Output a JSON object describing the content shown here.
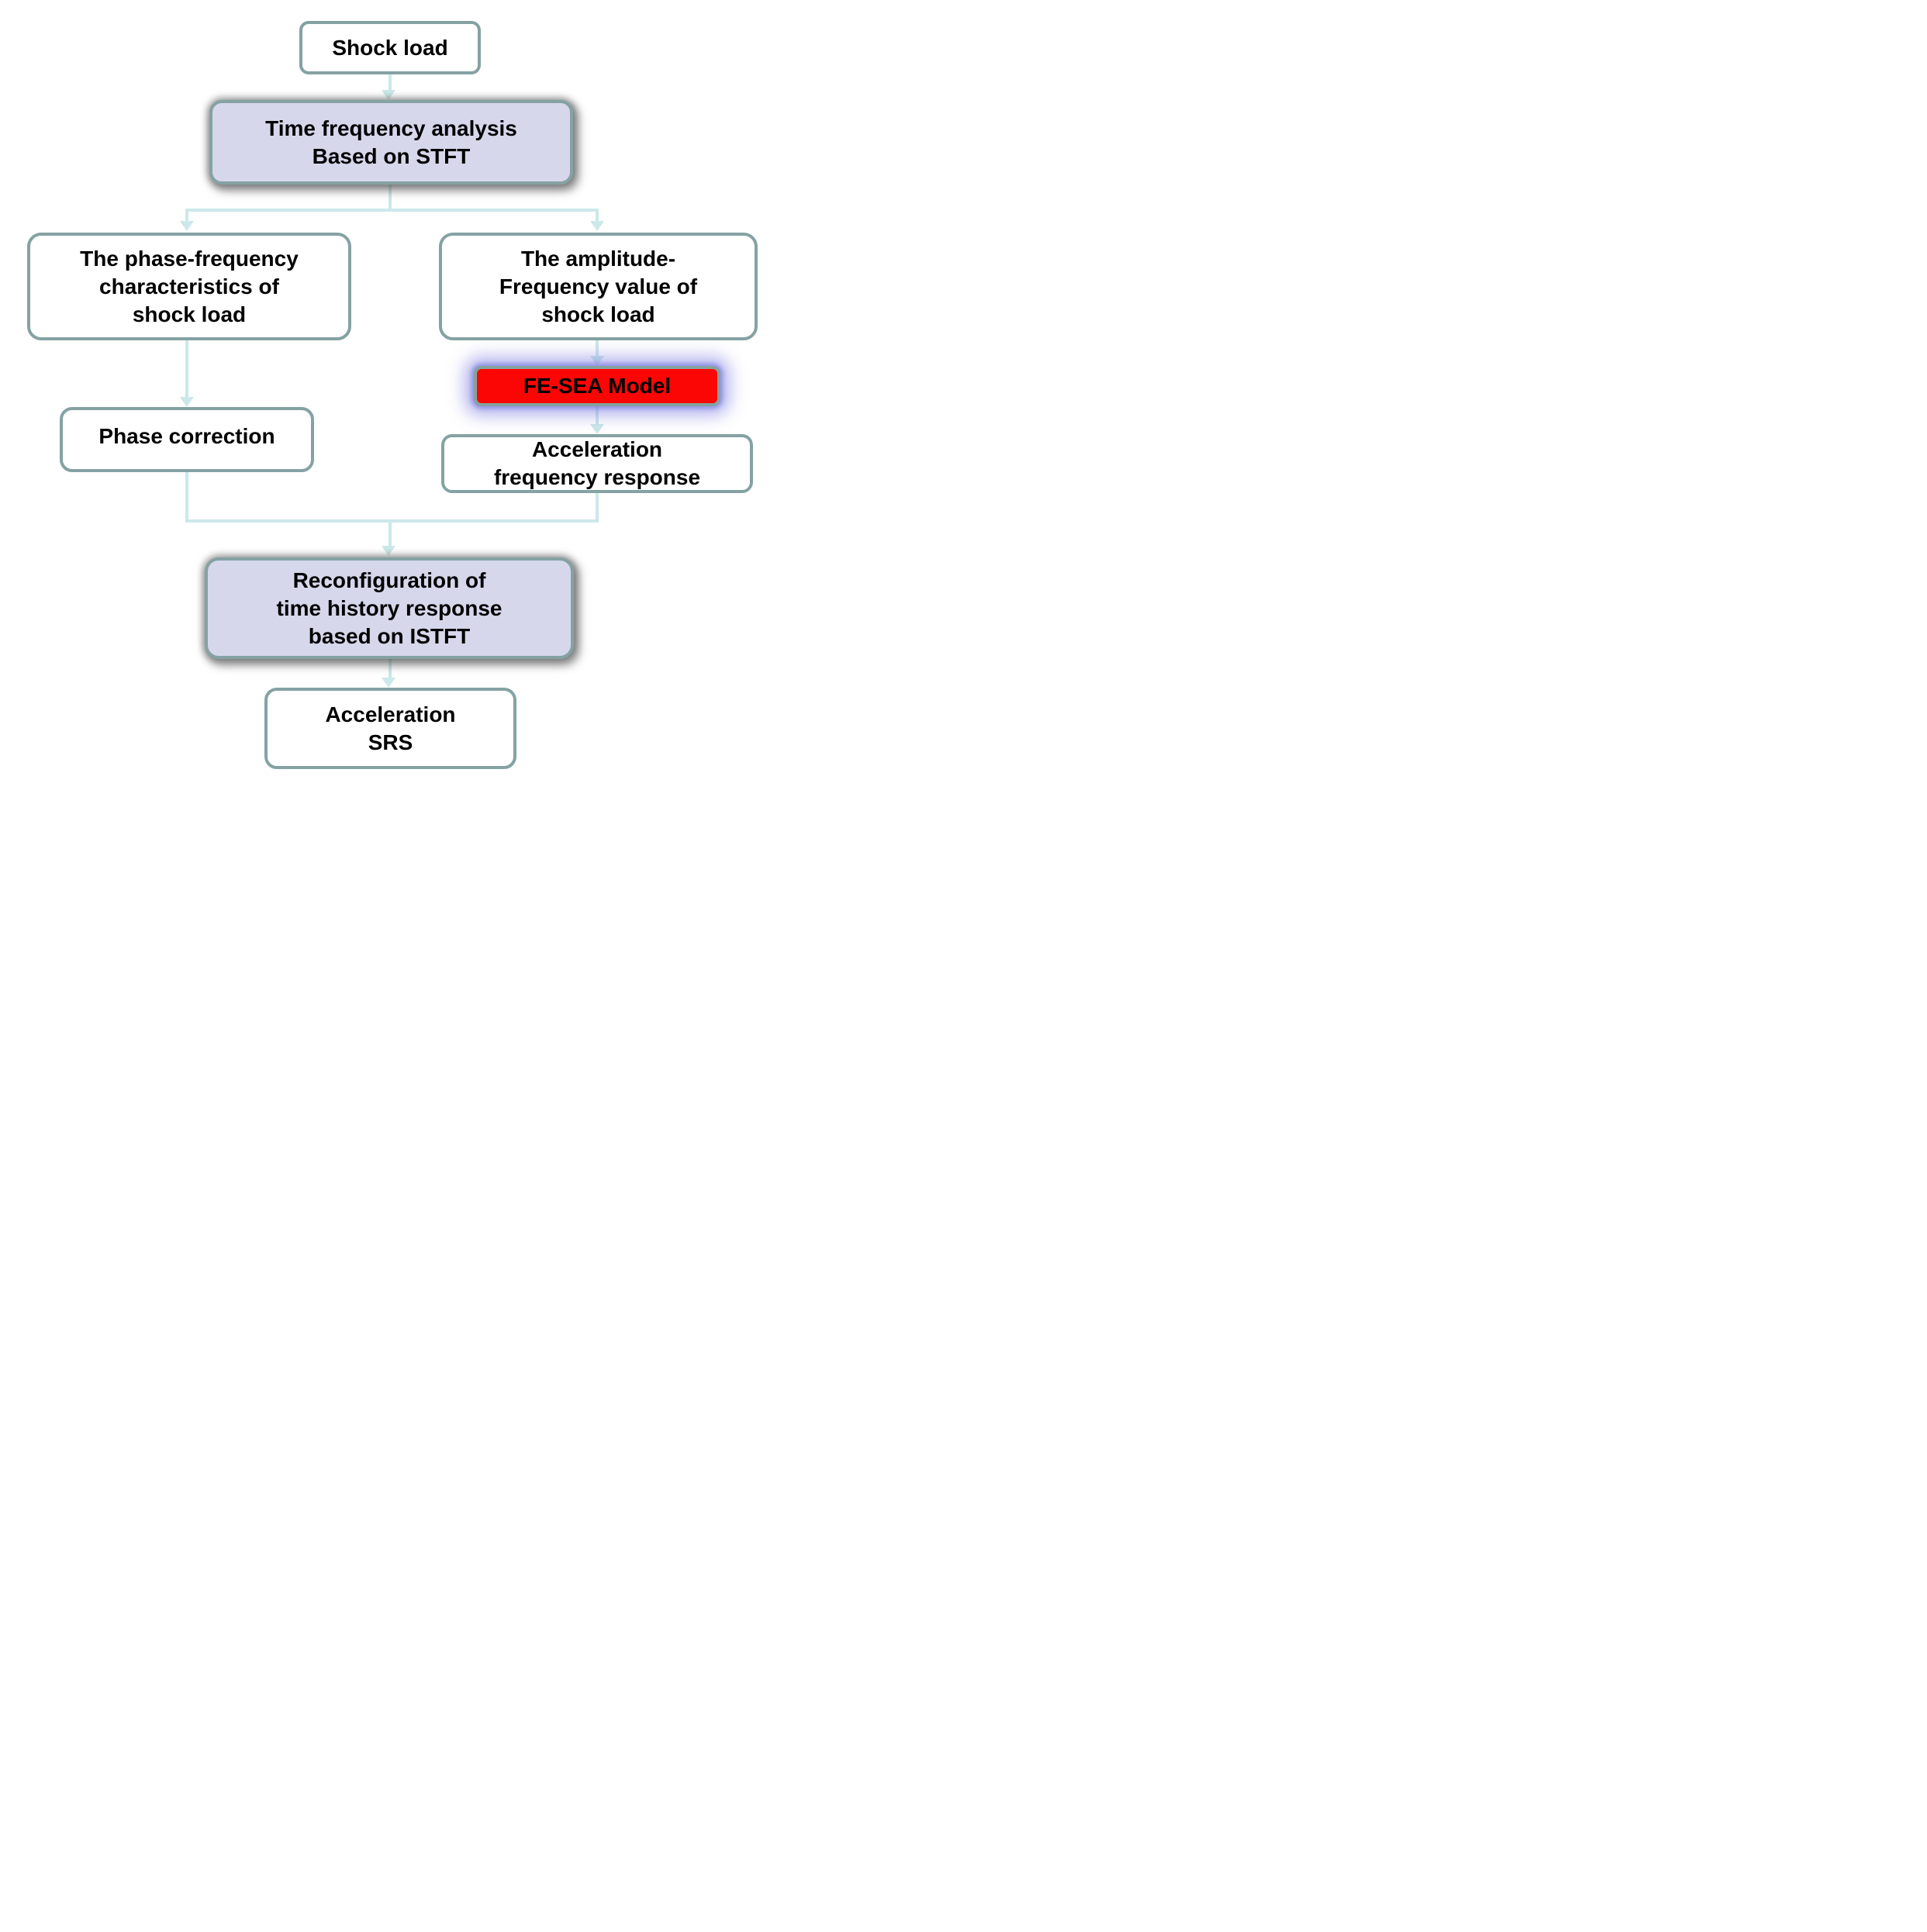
{
  "figure": {
    "type": "flowchart",
    "background": "#ffffff"
  },
  "colors": {
    "page-bg": "#ffffff",
    "box-border": "#85a2a3",
    "box-fill": "#ffffff",
    "lavender-fill": "#d7d7ec",
    "red-fill": "#fb0505",
    "connector": "#cce8ea",
    "text": "#000000",
    "shadow": "rgba(75,75,75,0.5)",
    "glow-soft": "rgba(130,130,225,0.55)",
    "glow-core": "rgba(125,125,225,0.75)"
  },
  "nodes": {
    "shock_load": {
      "lines": [
        "Shock load"
      ],
      "style": "plain"
    },
    "stft": {
      "lines": [
        "Time frequency analysis",
        "Based on STFT"
      ],
      "style": "lavender-shadow"
    },
    "phase_freq": {
      "lines": [
        "The phase-frequency",
        "characteristics of",
        "shock load"
      ],
      "style": "plain"
    },
    "amp_freq": {
      "lines": [
        "The amplitude-",
        "Frequency value of",
        "shock load"
      ],
      "style": "plain"
    },
    "phase_correction": {
      "lines": [
        "Phase correction"
      ],
      "style": "plain"
    },
    "fe_sea": {
      "lines": [
        "FE-SEA Model"
      ],
      "style": "red-glow"
    },
    "accel_freq_response": {
      "lines": [
        "Acceleration",
        "frequency response"
      ],
      "style": "plain"
    },
    "reconfiguration": {
      "lines": [
        "Reconfiguration of",
        "time history response",
        "based on ISTFT"
      ],
      "style": "lavender-shadow"
    },
    "accel_srs": {
      "lines": [
        "Acceleration",
        "SRS"
      ],
      "style": "plain"
    }
  },
  "edges": [
    {
      "from": "shock_load",
      "to": "stft"
    },
    {
      "from": "stft",
      "to": "phase_freq"
    },
    {
      "from": "stft",
      "to": "amp_freq"
    },
    {
      "from": "phase_freq",
      "to": "phase_correction"
    },
    {
      "from": "amp_freq",
      "to": "fe_sea"
    },
    {
      "from": "fe_sea",
      "to": "accel_freq_response"
    },
    {
      "from": "phase_correction",
      "to": "reconfiguration"
    },
    {
      "from": "accel_freq_response",
      "to": "reconfiguration"
    },
    {
      "from": "reconfiguration",
      "to": "accel_srs"
    }
  ]
}
